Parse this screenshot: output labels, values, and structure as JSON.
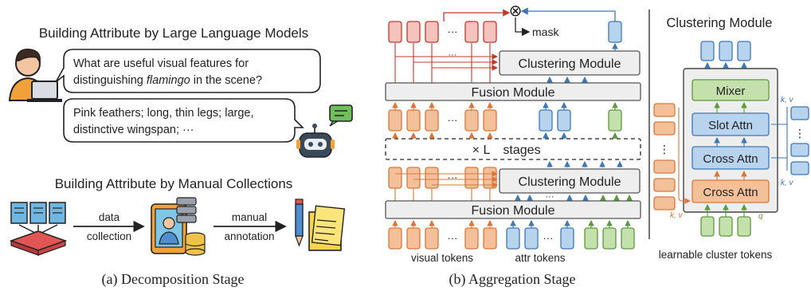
{
  "left": {
    "title_llm": "Building Attribute by Large Language Models",
    "bubble_q_line1": "What are useful visual features for",
    "bubble_q_line2_pre": "distinguishing ",
    "bubble_q_line2_em": "flamingo",
    "bubble_q_line2_post": " in the scene?",
    "bubble_a_line1": "Pink feathers; long, thin legs; large,",
    "bubble_a_line2": "distinctive wingspan; ···",
    "title_manual": "Building Attribute by Manual Collections",
    "arrow1_line1": "data",
    "arrow1_line2": "collection",
    "arrow2_line1": "manual",
    "arrow2_line2": "annotation",
    "caption": "(a) Decomposition Stage"
  },
  "middle": {
    "mask_label": "mask",
    "otimes": "⊗",
    "clustering_top": "Clustering Module",
    "fusion_top": "Fusion Module",
    "stages_times": "× L",
    "stages_word": "stages",
    "clustering_bottom": "Clustering Module",
    "fusion_bottom": "Fusion Module",
    "dots": "···",
    "visual_tokens": "visual tokens",
    "attr_tokens": "attr tokens",
    "caption": "(b) Aggregation Stage"
  },
  "right": {
    "title": "Clustering Module",
    "mixer": "Mixer",
    "slot_attn": "Slot Attn",
    "cross_attn_blue": "Cross Attn",
    "cross_attn_orange": "Cross Attn",
    "kv_top": "k, v",
    "kv_mid": "k, v",
    "kv_left": "k, v",
    "q_label": "q",
    "vdots": "⋮",
    "learnable": "learnable cluster tokens"
  },
  "colors": {
    "orange": "#f4c09a",
    "orange_stroke": "#d9773a",
    "red_fill": "#f6c2bd",
    "red_stroke": "#c0392b",
    "blue": "#b7d3ee",
    "blue_stroke": "#3d78b4",
    "green": "#c4e0ad",
    "green_stroke": "#5c9a3c",
    "gray": "#eeeeee",
    "gray_stroke": "#555555"
  }
}
